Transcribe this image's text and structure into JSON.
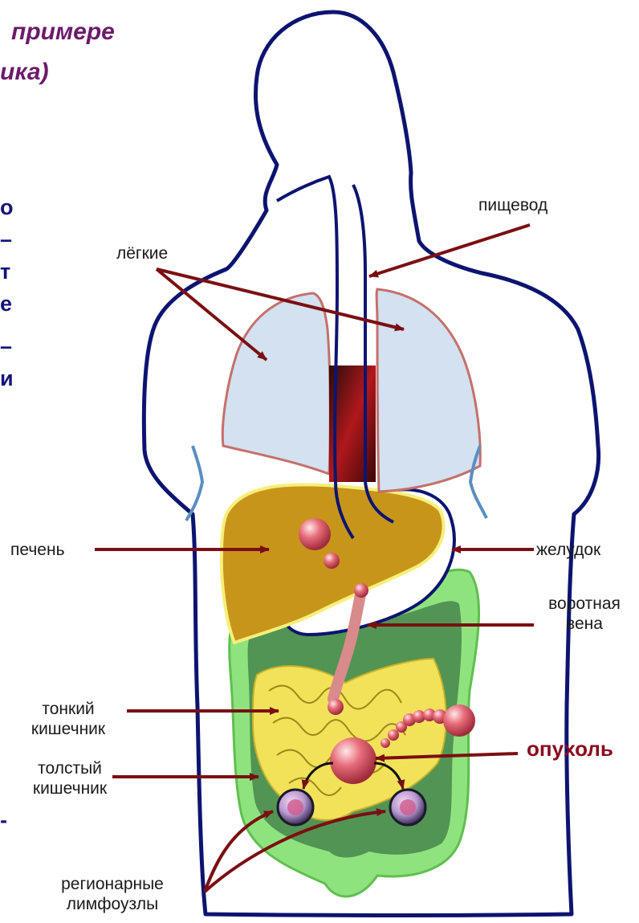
{
  "title": {
    "line1": "примере",
    "line2": "ика)"
  },
  "left_fragments": [
    "о",
    "–",
    "т",
    "е",
    "–",
    "и",
    "-"
  ],
  "labels": {
    "esophagus": "пищевод",
    "lungs": "лёгкие",
    "liver": "печень",
    "stomach": "желудок",
    "portal_vein": [
      "воротная",
      "вена"
    ],
    "small_intestine": [
      "тонкий",
      "кишечник"
    ],
    "large_intestine": [
      "толстый",
      "кишечник"
    ],
    "tumor": "опухоль",
    "lymph_nodes": [
      "регионарные",
      "лимфоузлы"
    ]
  },
  "colors": {
    "body_outline": "#0c1470",
    "arrow": "#7a0f12",
    "title": "#6b1a6b",
    "tumor_label": "#8b0a1c",
    "liver": "#c7951a",
    "large_intestine": "#8fe37f",
    "small_intestine": "#f2e25a",
    "lungs": "#d3e1f0",
    "heart": "#a0161a"
  }
}
